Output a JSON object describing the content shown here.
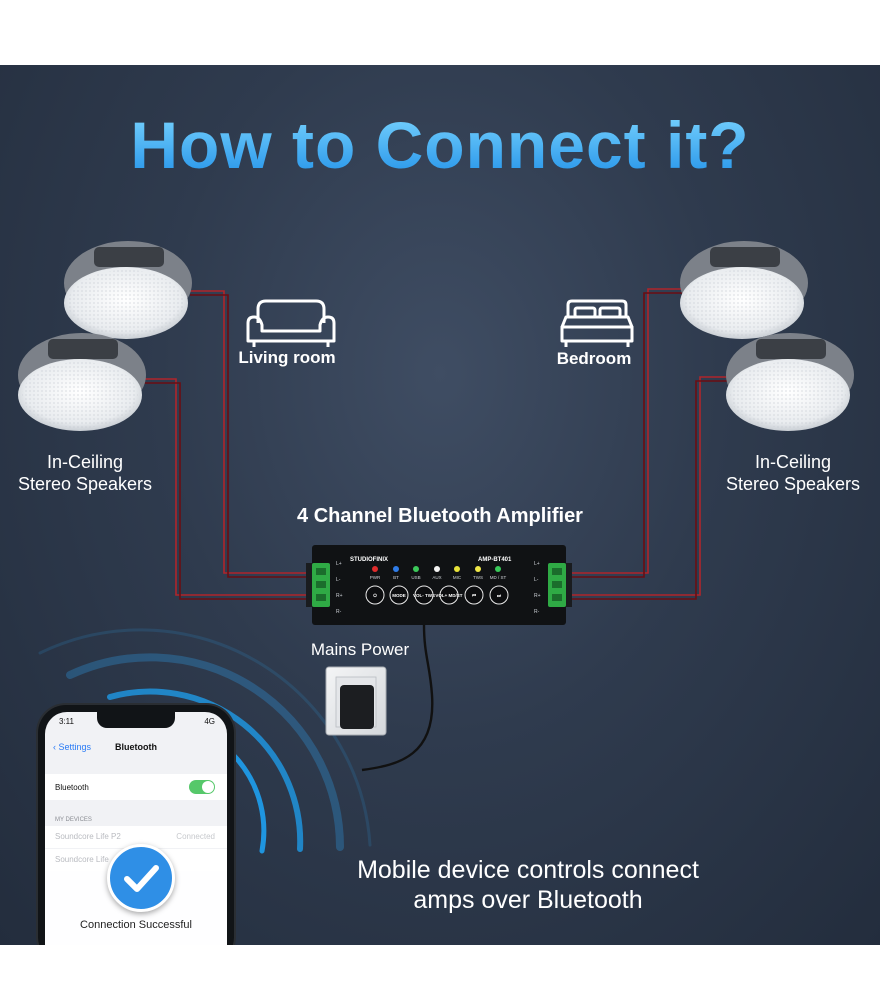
{
  "title": "How to Connect it?",
  "rooms": {
    "living": "Living room",
    "bedroom": "Bedroom"
  },
  "speakers": {
    "left": "In-Ceiling\nStereo Speakers",
    "right": "In-Ceiling\nStereo Speakers"
  },
  "amplifier": {
    "label": "4 Channel Bluetooth Amplifier",
    "brand": "STUDIOFINIX",
    "model": "AMP-BT401",
    "indicators": [
      "PWR",
      "BT",
      "USB",
      "AUX",
      "MIC",
      "TWS",
      "MD / ST"
    ],
    "buttons": [
      "⏻",
      "MODE",
      "VOL- TWS",
      "VOL+ MD/ST",
      "⏮",
      "⏭"
    ],
    "channels_left": [
      "L+",
      "L-",
      "R+",
      "R-"
    ],
    "channels_right": [
      "L+",
      "L-",
      "R+",
      "R-"
    ]
  },
  "mains": "Mains Power",
  "mobile_caption": "Mobile device controls connect\namps over Bluetooth",
  "phone": {
    "time": "3:11",
    "signal": "4G",
    "back": "Settings",
    "nav_title": "Bluetooth",
    "bluetooth_label": "Bluetooth",
    "section": "MY DEVICES",
    "devices": [
      {
        "name": "Soundcore Life P2",
        "status": "Connected"
      },
      {
        "name": "Soundcore Life",
        "status": ""
      }
    ],
    "connection": "Connection Successful"
  },
  "colors": {
    "title_top": "#7fd8ff",
    "title_bottom": "#1f8fe8",
    "wire": "#b0252b",
    "background": "#2f3b4e",
    "accent": "#2f8fe6"
  },
  "icons": [
    "sofa-icon",
    "bed-icon",
    "checkmark-icon",
    "chevron-left-icon"
  ]
}
